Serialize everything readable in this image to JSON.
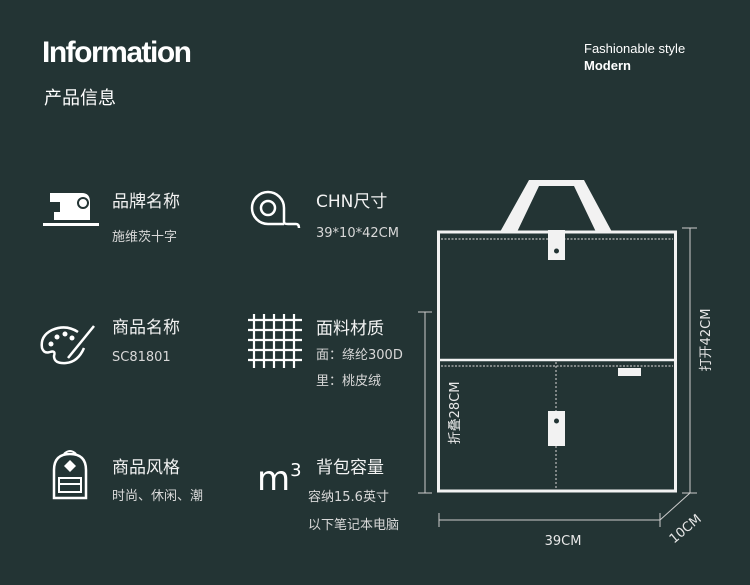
{
  "header": {
    "title": "Information",
    "subtitle": "产品信息",
    "tag_line1": "Fashionable style",
    "tag_line2": "Modern"
  },
  "specs": [
    {
      "icon": "sewing-machine-icon",
      "label": "品牌名称",
      "value": "施维茨十字"
    },
    {
      "icon": "tape-measure-icon",
      "label": "CHN尺寸",
      "value": "39*10*42CM"
    },
    {
      "icon": "palette-icon",
      "label": "商品名称",
      "value": "SC81801"
    },
    {
      "icon": "fabric-grid-icon",
      "label": "面料材质",
      "value": "面：绦纶300D",
      "value2": "里：桃皮绒"
    },
    {
      "icon": "backpack-icon",
      "label": "商品风格",
      "value": "时尚、休闲、潮"
    },
    {
      "icon": "volume-icon",
      "icon_text": "m",
      "icon_sup": "3",
      "label": "背包容量",
      "value": "容纳15.6英寸",
      "value2": "以下笔记本电脑"
    }
  ],
  "diagram": {
    "open_height": "打开42CM",
    "folded_height": "折叠28CM",
    "width": "39CM",
    "depth": "10CM"
  }
}
